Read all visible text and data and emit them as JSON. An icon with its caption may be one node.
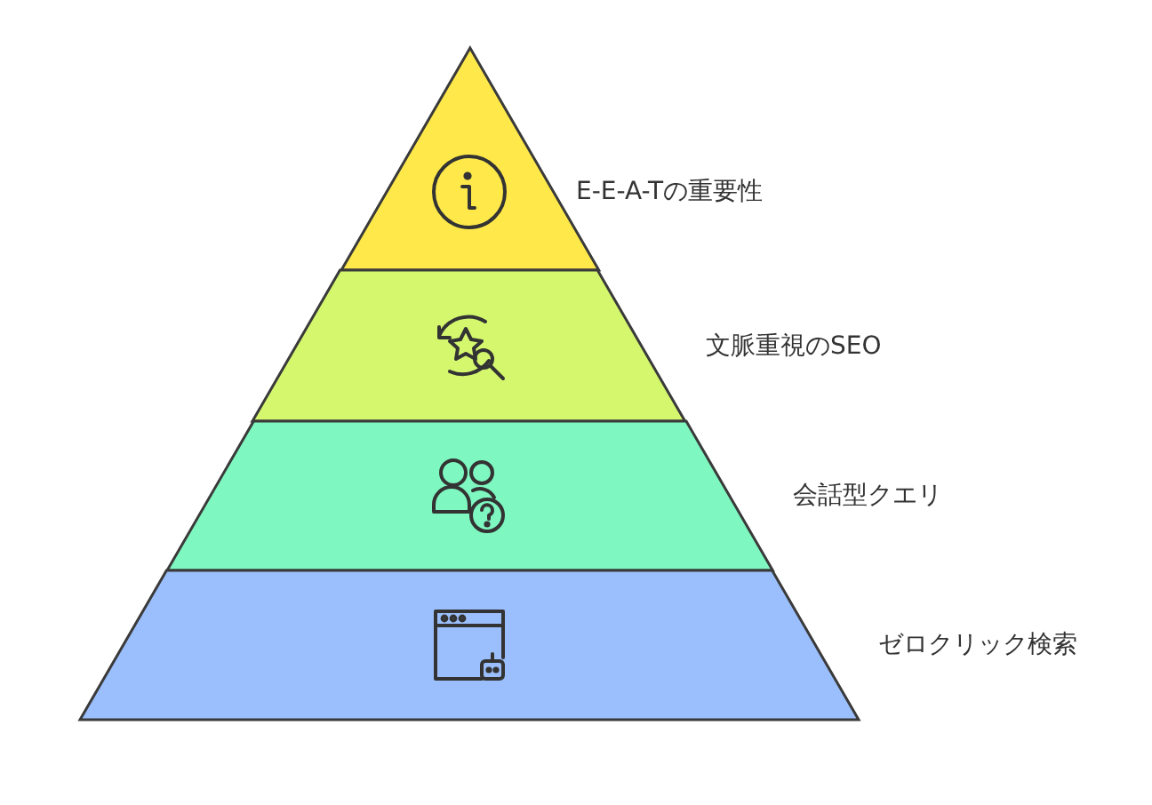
{
  "diagram": {
    "nodes": [
      {
        "text": [
          "E-E-A-Tの重要性"
        ]
      },
      {
        "text": [
          "文脈重視のSEO"
        ]
      },
      {
        "text": [
          "会話型クエリ"
        ]
      },
      {
        "text": [
          "ゼロクリック検索"
        ]
      }
    ]
  }
}
